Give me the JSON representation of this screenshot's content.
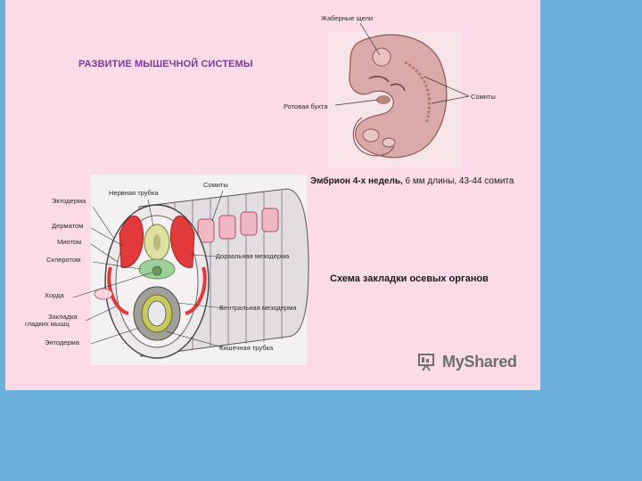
{
  "slide": {
    "title": "РАЗВИТИЕ МЫШЕЧНОЙ СИСТЕМЫ",
    "embryo_caption_bold": "Эмбрион 4-х недель,",
    "embryo_caption_rest": " 6 мм длины, 43-44 сомита",
    "schema_caption": "Схема закладки осевых органов"
  },
  "embryo_labels": {
    "gill_slits": "Жаберные щели",
    "somites": "Сомиты",
    "oral_bay": "Ротовая бухта"
  },
  "schema_labels": {
    "ectoderm": "Эктодерма",
    "neural_tube": "Нервная трубка",
    "somites": "Сомиты",
    "dermatome": "Дерматом",
    "myotome": "Миотом",
    "sclerotome": "Склеротом",
    "dorsal_mesoderm": "Дорзальная мезодерма",
    "chord": "Хорда",
    "smooth_muscle_line1": "Закладка",
    "smooth_muscle_line2": "гладких мышц",
    "ventral_mesoderm": "Вентральная мезодерма",
    "entoderm": "Энтодерма",
    "gut_tube": "Кишечная трубка"
  },
  "watermark": {
    "text": "MyShared",
    "icon": "myshared-logo-icon"
  },
  "colors": {
    "background": "#6aaedb",
    "slide": "#fbdbe8",
    "title": "#7a3a96"
  }
}
